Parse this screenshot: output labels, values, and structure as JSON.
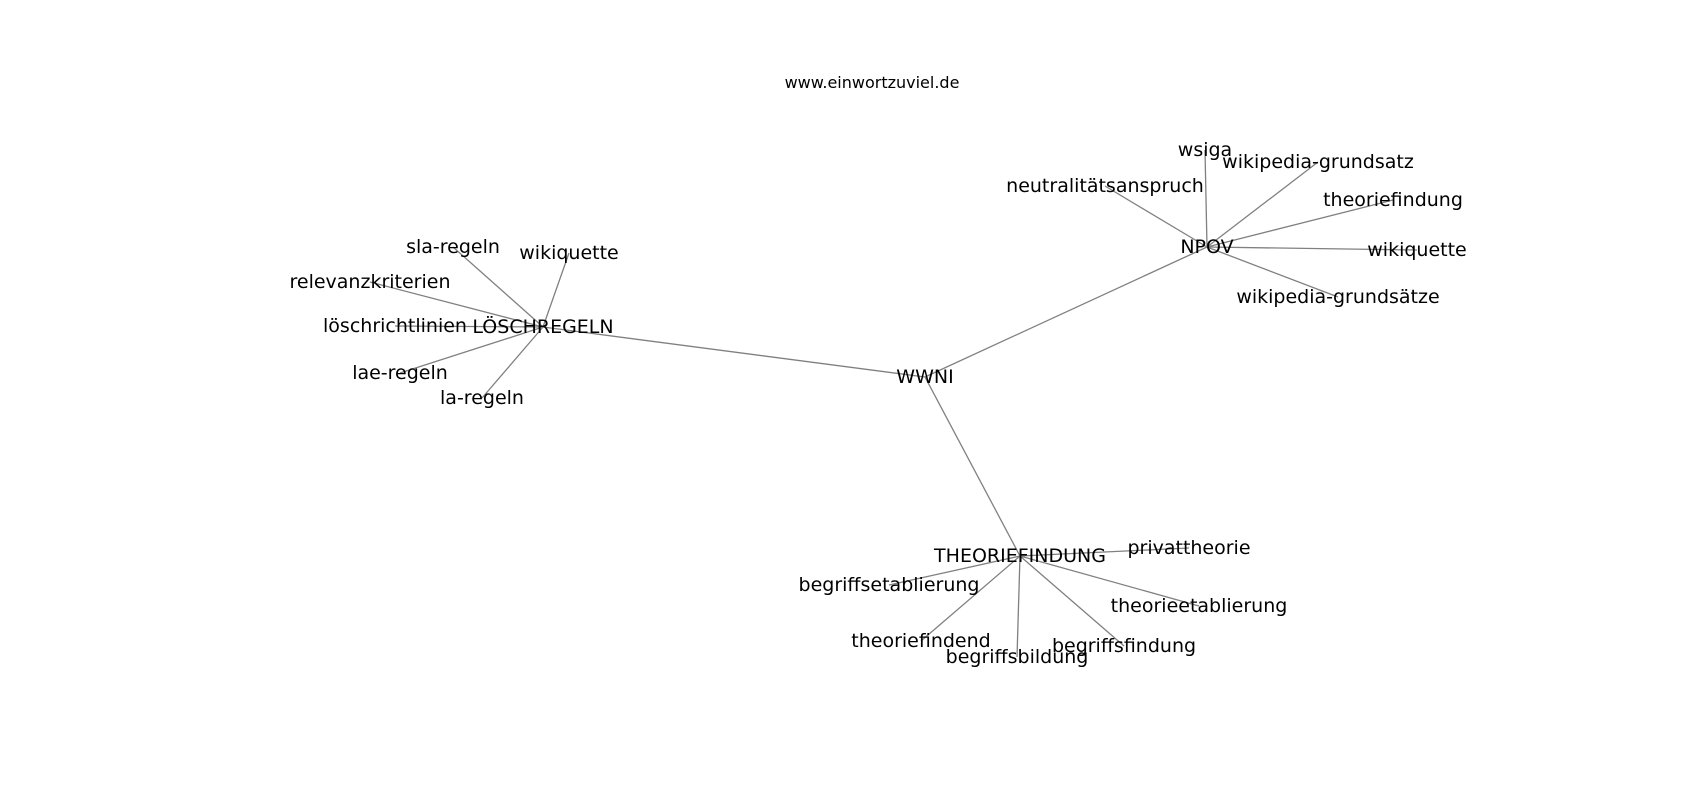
{
  "header": {
    "site": "www.einwortzuviel.de"
  },
  "graph": {
    "edge_color": "#808080",
    "label_color": "#000000",
    "nodes": [
      {
        "id": "wwni",
        "label": "WWNI"
      },
      {
        "id": "loeschregeln",
        "label": "LÖSCHREGELN"
      },
      {
        "id": "npov",
        "label": "NPOV"
      },
      {
        "id": "theoriefindung-hub",
        "label": "THEORIEFINDUNG"
      },
      {
        "id": "sla-regeln",
        "label": "sla-regeln"
      },
      {
        "id": "wikiquette-l",
        "label": "wikiquette"
      },
      {
        "id": "relevanzkriterien",
        "label": "relevanzkriterien"
      },
      {
        "id": "loeschrichtlinien",
        "label": "löschrichtlinien"
      },
      {
        "id": "lae-regeln",
        "label": "lae-regeln"
      },
      {
        "id": "la-regeln",
        "label": "la-regeln"
      },
      {
        "id": "wsiga",
        "label": "wsiga"
      },
      {
        "id": "wikipedia-grundsatz",
        "label": "wikipedia-grundsatz"
      },
      {
        "id": "neutralitaetsanspruch",
        "label": "neutralitätsanspruch"
      },
      {
        "id": "theoriefindung-leaf",
        "label": "theoriefindung"
      },
      {
        "id": "wikiquette-n",
        "label": "wikiquette"
      },
      {
        "id": "wikipedia-grundsaetze",
        "label": "wikipedia-grundsätze"
      },
      {
        "id": "privattheorie",
        "label": "privattheorie"
      },
      {
        "id": "begriffsetablierung",
        "label": "begriffsetablierung"
      },
      {
        "id": "theorieetablierung",
        "label": "theorieetablierung"
      },
      {
        "id": "theoriefindend",
        "label": "theoriefindend"
      },
      {
        "id": "begriffsfindung",
        "label": "begriffsfindung"
      },
      {
        "id": "begriffsbildung",
        "label": "begriffsbildung"
      }
    ],
    "edges": [
      [
        "wwni",
        "loeschregeln"
      ],
      [
        "wwni",
        "npov"
      ],
      [
        "wwni",
        "theoriefindung-hub"
      ],
      [
        "loeschregeln",
        "sla-regeln"
      ],
      [
        "loeschregeln",
        "wikiquette-l"
      ],
      [
        "loeschregeln",
        "relevanzkriterien"
      ],
      [
        "loeschregeln",
        "loeschrichtlinien"
      ],
      [
        "loeschregeln",
        "lae-regeln"
      ],
      [
        "loeschregeln",
        "la-regeln"
      ],
      [
        "npov",
        "wsiga"
      ],
      [
        "npov",
        "wikipedia-grundsatz"
      ],
      [
        "npov",
        "neutralitaetsanspruch"
      ],
      [
        "npov",
        "theoriefindung-leaf"
      ],
      [
        "npov",
        "wikiquette-n"
      ],
      [
        "npov",
        "wikipedia-grundsaetze"
      ],
      [
        "theoriefindung-hub",
        "privattheorie"
      ],
      [
        "theoriefindung-hub",
        "begriffsetablierung"
      ],
      [
        "theoriefindung-hub",
        "theorieetablierung"
      ],
      [
        "theoriefindung-hub",
        "theoriefindend"
      ],
      [
        "theoriefindung-hub",
        "begriffsfindung"
      ],
      [
        "theoriefindung-hub",
        "begriffsbildung"
      ]
    ]
  }
}
